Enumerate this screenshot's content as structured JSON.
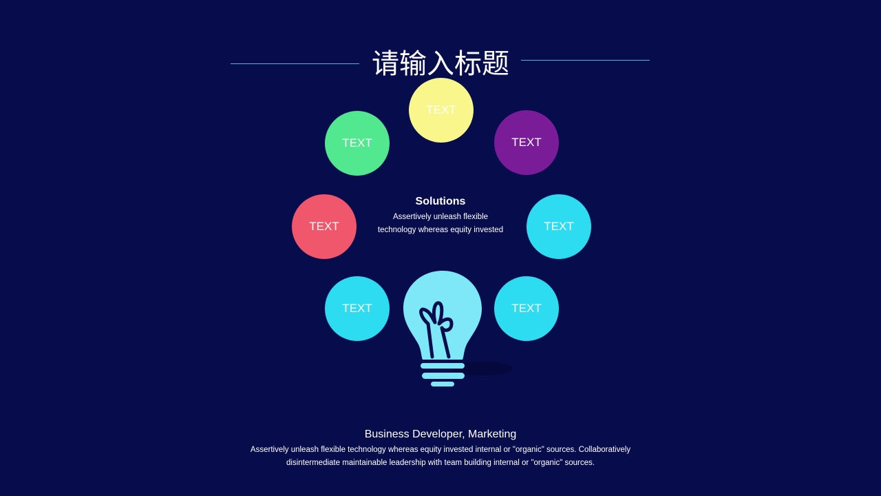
{
  "title": "请输入标题",
  "circles": [
    {
      "label": "TEXT",
      "color": "#f9f78c"
    },
    {
      "label": "TEXT",
      "color": "#7a1c98"
    },
    {
      "label": "TEXT",
      "color": "#2ddcf0"
    },
    {
      "label": "TEXT",
      "color": "#2ddcf0"
    },
    {
      "label": "TEXT",
      "color": "#2ddcf0"
    },
    {
      "label": "TEXT",
      "color": "#f0566c"
    },
    {
      "label": "TEXT",
      "color": "#52e890"
    }
  ],
  "center": {
    "heading": "Solutions",
    "line1": "Assertively unleash flexible",
    "line2": "technology whereas equity invested"
  },
  "footer": {
    "heading": "Business Developer, Marketing",
    "line1": "Assertively unleash flexible technology whereas equity invested internal or \"organic\" sources. Collaboratively",
    "line2": "disintermediate maintainable leadership with team building internal or \"organic\" sources."
  },
  "bulb_color": "#7ee8f8"
}
